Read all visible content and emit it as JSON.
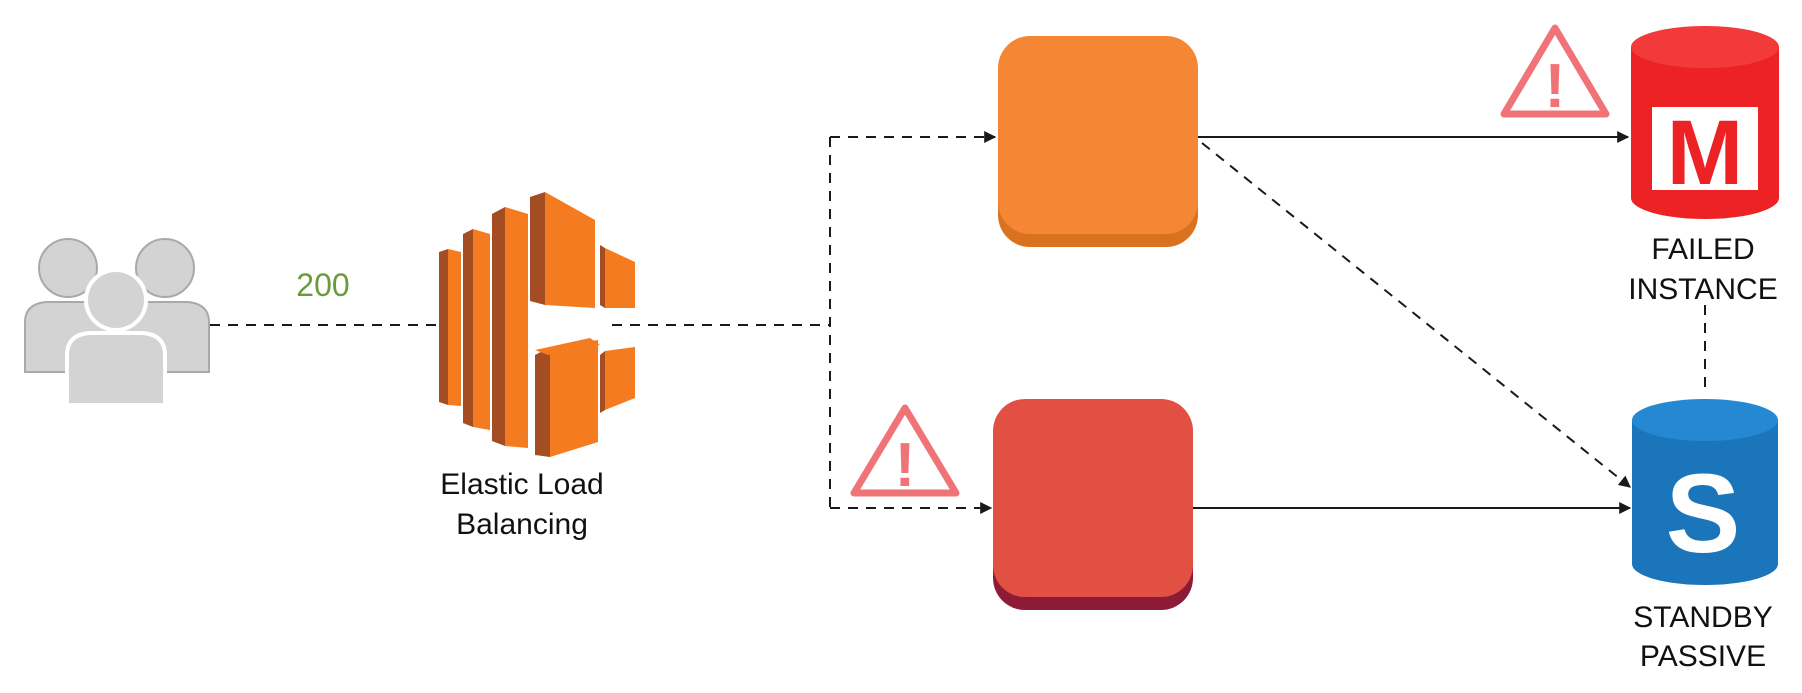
{
  "request": {
    "status_code": "200"
  },
  "load_balancer": {
    "label_line1": "Elastic Load",
    "label_line2": "Balancing"
  },
  "databases": {
    "master": {
      "letter": "M",
      "label_line1": "FAILED",
      "label_line2": "INSTANCE"
    },
    "standby": {
      "letter": "S",
      "label_line1": "STANDBY",
      "label_line2": "PASSIVE"
    }
  },
  "warnings": {
    "glyph": "!"
  },
  "colors": {
    "users": "#d3d3d3",
    "users_outline": "#a9a9a9",
    "status_text": "#6a9b3c",
    "elb_front": "#f47b20",
    "elb_side": "#a54d22",
    "instance_healthy": "#f58634",
    "instance_healthy_shadow": "#d9711f",
    "instance_failed": "#e25044",
    "instance_failed_shadow": "#8e1b35",
    "db_master": "#ed2224",
    "db_master_top": "#f33a3b",
    "db_standby": "#1b75bb",
    "db_standby_top": "#2489d2",
    "warning": "#f07378",
    "line": "#1a1a1a"
  }
}
